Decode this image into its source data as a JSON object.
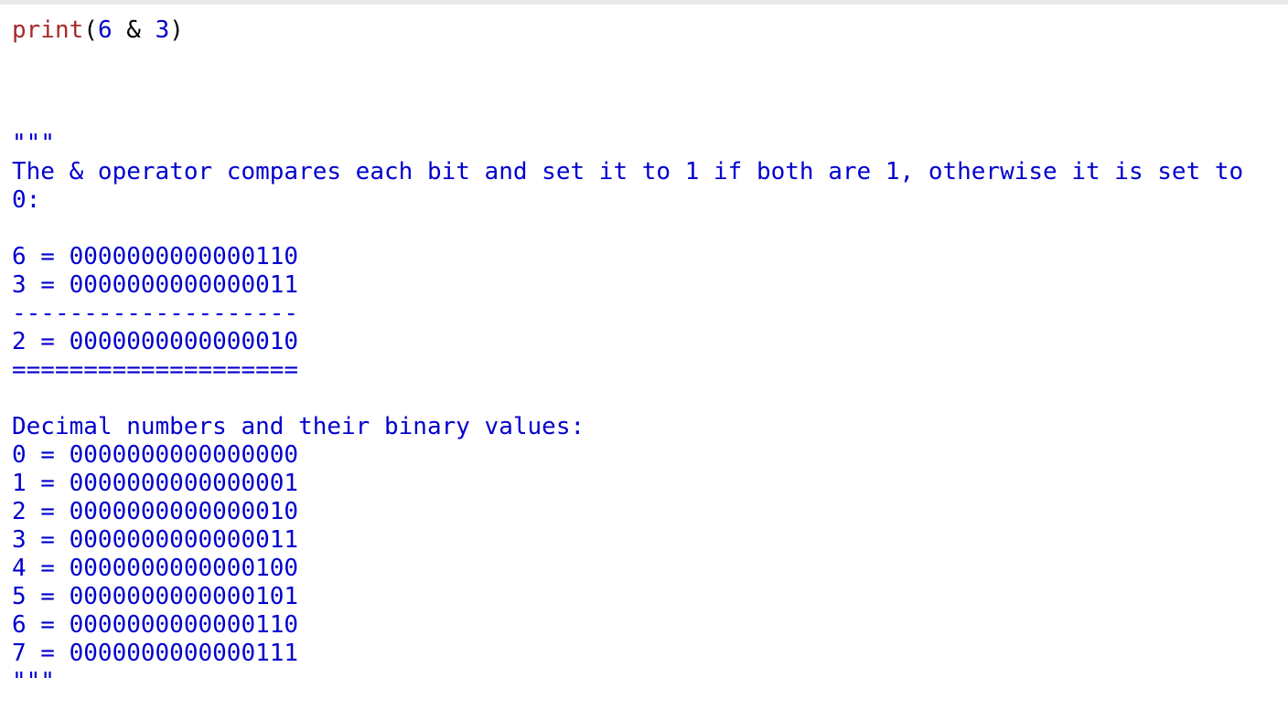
{
  "code": {
    "print_fn": "print",
    "open_paren": "(",
    "arg1": "6",
    "op": " & ",
    "arg2": "3",
    "close_paren": ")"
  },
  "docstring": {
    "open_quotes": "\"\"\"",
    "description": "The & operator compares each bit and set it to 1 if both are 1, otherwise it is set to 0:",
    "calc_lines": [
      "6 = 0000000000000110",
      "3 = 0000000000000011",
      "--------------------",
      "2 = 0000000000000010",
      "===================="
    ],
    "table_heading": "Decimal numbers and their binary values:",
    "binary_lines": [
      "0 = 0000000000000000",
      "1 = 0000000000000001",
      "2 = 0000000000000010",
      "3 = 0000000000000011",
      "4 = 0000000000000100",
      "5 = 0000000000000101",
      "6 = 0000000000000110",
      "7 = 0000000000000111"
    ],
    "close_quotes": "\"\"\""
  },
  "colors": {
    "keyword": "#a52a2a",
    "number": "#0000cd",
    "string": "#0000cd",
    "punctuation": "#000000"
  }
}
